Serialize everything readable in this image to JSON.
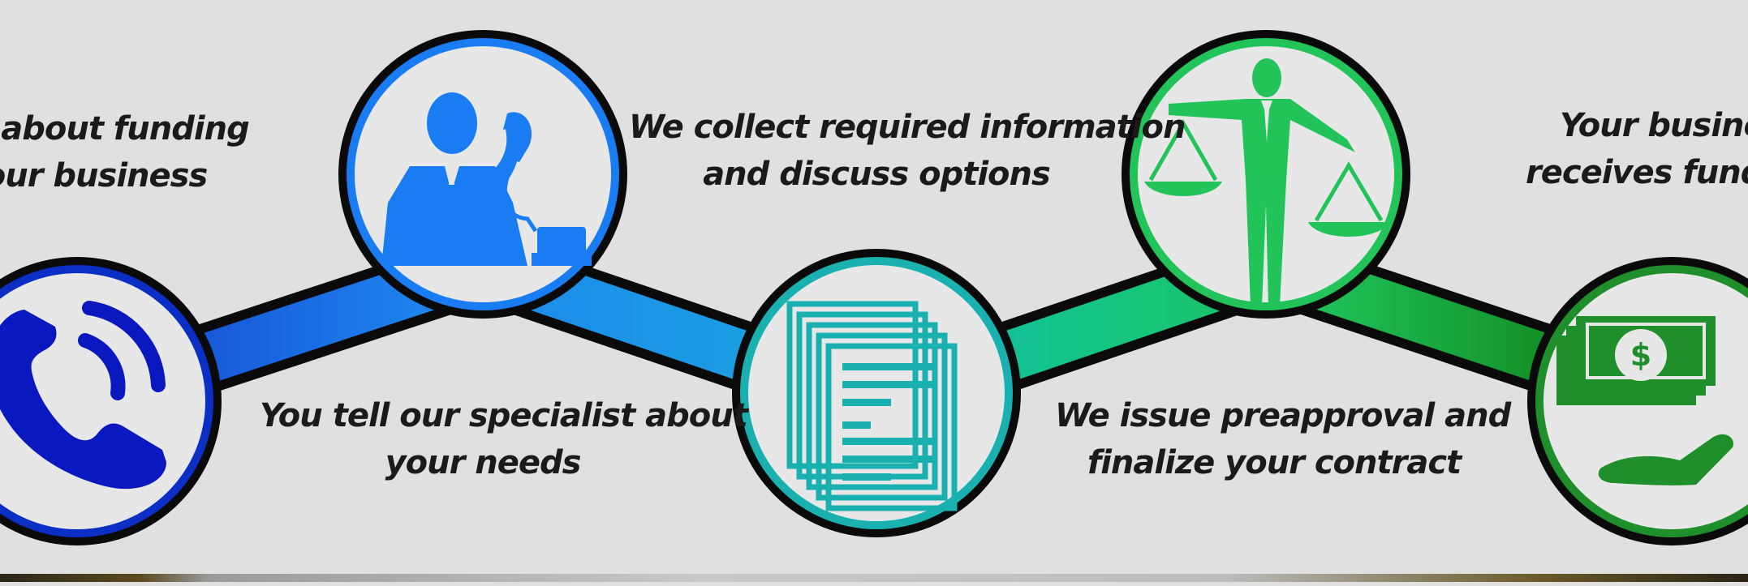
{
  "steps": [
    {
      "id": "inquire",
      "lines": [
        "uire about funding",
        "your business"
      ],
      "icon": "phone-icon",
      "color": "#0b2fc4"
    },
    {
      "id": "tell",
      "lines": [
        "You tell our specialist about",
        "your needs"
      ],
      "icon": "businessman-phone-icon",
      "color": "#1a7cf2"
    },
    {
      "id": "collect",
      "lines": [
        "We collect required information",
        "and discuss options"
      ],
      "icon": "documents-icon",
      "color": "#1bb0b0"
    },
    {
      "id": "preapproval",
      "lines": [
        "We issue preapproval and",
        "finalize your contract"
      ],
      "icon": "scales-justice-icon",
      "color": "#22c45a"
    },
    {
      "id": "funding",
      "lines": [
        "Your busines",
        "receives fundi"
      ],
      "icon": "money-hand-icon",
      "color": "#1e8f2a"
    }
  ],
  "money_symbol": "$",
  "colors": {
    "background": "#e0e0e0",
    "text": "#1a1a1a",
    "outline": "#0a0a0a"
  }
}
